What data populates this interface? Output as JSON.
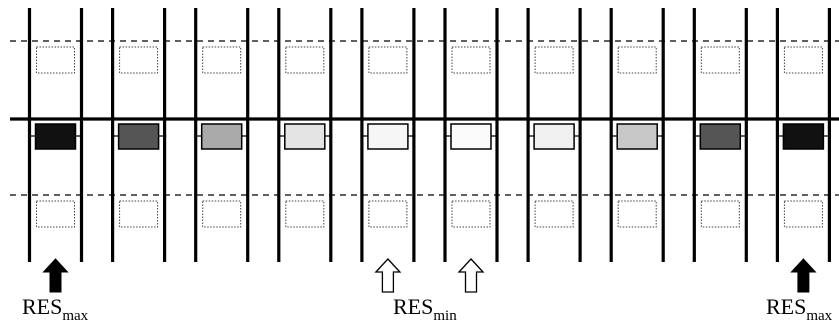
{
  "diagram": {
    "cell_fills": [
      "#111111",
      "#555555",
      "#aaaaaa",
      "#e4e4e4",
      "#f6f6f6",
      "#fbfbfb",
      "#f0f0f0",
      "#c8c8c8",
      "#555555",
      "#111111"
    ],
    "labels": {
      "left": {
        "base": "RES",
        "sub": "max"
      },
      "center": {
        "base": "RES",
        "sub": "min"
      },
      "right": {
        "base": "RES",
        "sub": "max"
      }
    },
    "arrows": [
      {
        "column": 0,
        "style": "filled"
      },
      {
        "column": 4,
        "style": "outline"
      },
      {
        "column": 5,
        "style": "outline"
      },
      {
        "column": 9,
        "style": "filled"
      }
    ]
  }
}
